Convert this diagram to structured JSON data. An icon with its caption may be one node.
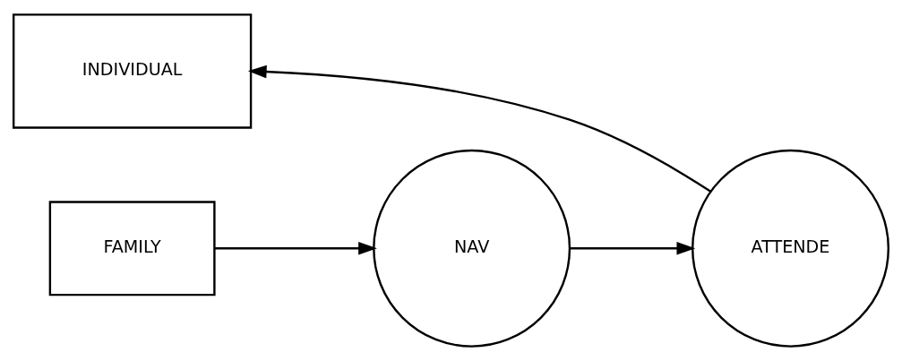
{
  "diagram": {
    "nodes": [
      {
        "text": [
          "INDIVIDUAL"
        ]
      },
      {
        "text": [
          "FAMILY"
        ]
      },
      {
        "text": [
          "NAV"
        ]
      },
      {
        "text": [
          "ATTENDE"
        ]
      }
    ],
    "edges": [
      {
        "from": 1,
        "to": 2,
        "arrow": "to"
      },
      {
        "from": 2,
        "to": 3,
        "arrow": "to"
      },
      {
        "from": 3,
        "to": 0,
        "arrow": "to"
      }
    ]
  }
}
